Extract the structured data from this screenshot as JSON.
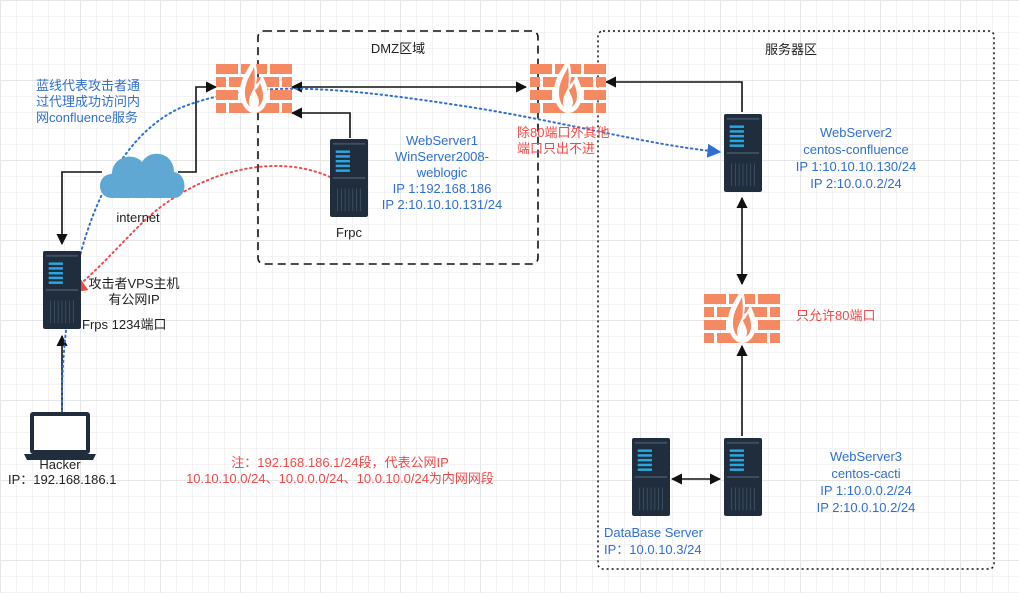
{
  "zones": {
    "dmz": "DMZ区域",
    "server_zone": "服务器区"
  },
  "notes": {
    "blue_line": "蓝线代表攻击者通\n过代理成功访问内\n网confluence服务",
    "firewall_dmz_rule": "除80端口外其他\n端口只出不进",
    "firewall_inner_rule": "只允许80端口",
    "footnote_line1": "注：192.168.186.1/24段，代表公网IP",
    "footnote_line2": "10.10.10.0/24、10.0.0.0/24、10.0.10.0/24为内网网段"
  },
  "nodes": {
    "internet": "internet",
    "vps": "攻击者VPS主机\n有公网IP",
    "frps": "Frps 1234端口",
    "hacker": "Hacker",
    "hacker_ip": "IP：192.168.186.1",
    "frpc": "Frpc",
    "webserver1": "WebServer1\nWinServer2008-\nweblogic\nIP 1:192.168.186\nIP 2:10.10.10.131/24",
    "webserver2": "WebServer2\ncentos-confluence\nIP 1:10.10.10.130/24\nIP 2:10.0.0.2/24",
    "webserver3": "WebServer3\ncentos-cacti\nIP 1:10.0.0.2/24\nIP 2:10.0.10.2/24",
    "database": "DataBase Server\nIP：10.0.10.3/24"
  },
  "colors": {
    "firewall": "#f58a62",
    "server_body": "#1f2d3d",
    "server_stripe": "#2aa7e0",
    "cloud": "#5fa8d3",
    "blue_path": "#2f6fcf",
    "red_path": "#ef4a4a",
    "text_blue": "#2f6fcf",
    "text_red": "#ef4a4a"
  },
  "icons": {
    "firewall": "firewall-icon",
    "server": "server-icon",
    "cloud": "cloud-icon",
    "laptop": "laptop-icon"
  }
}
